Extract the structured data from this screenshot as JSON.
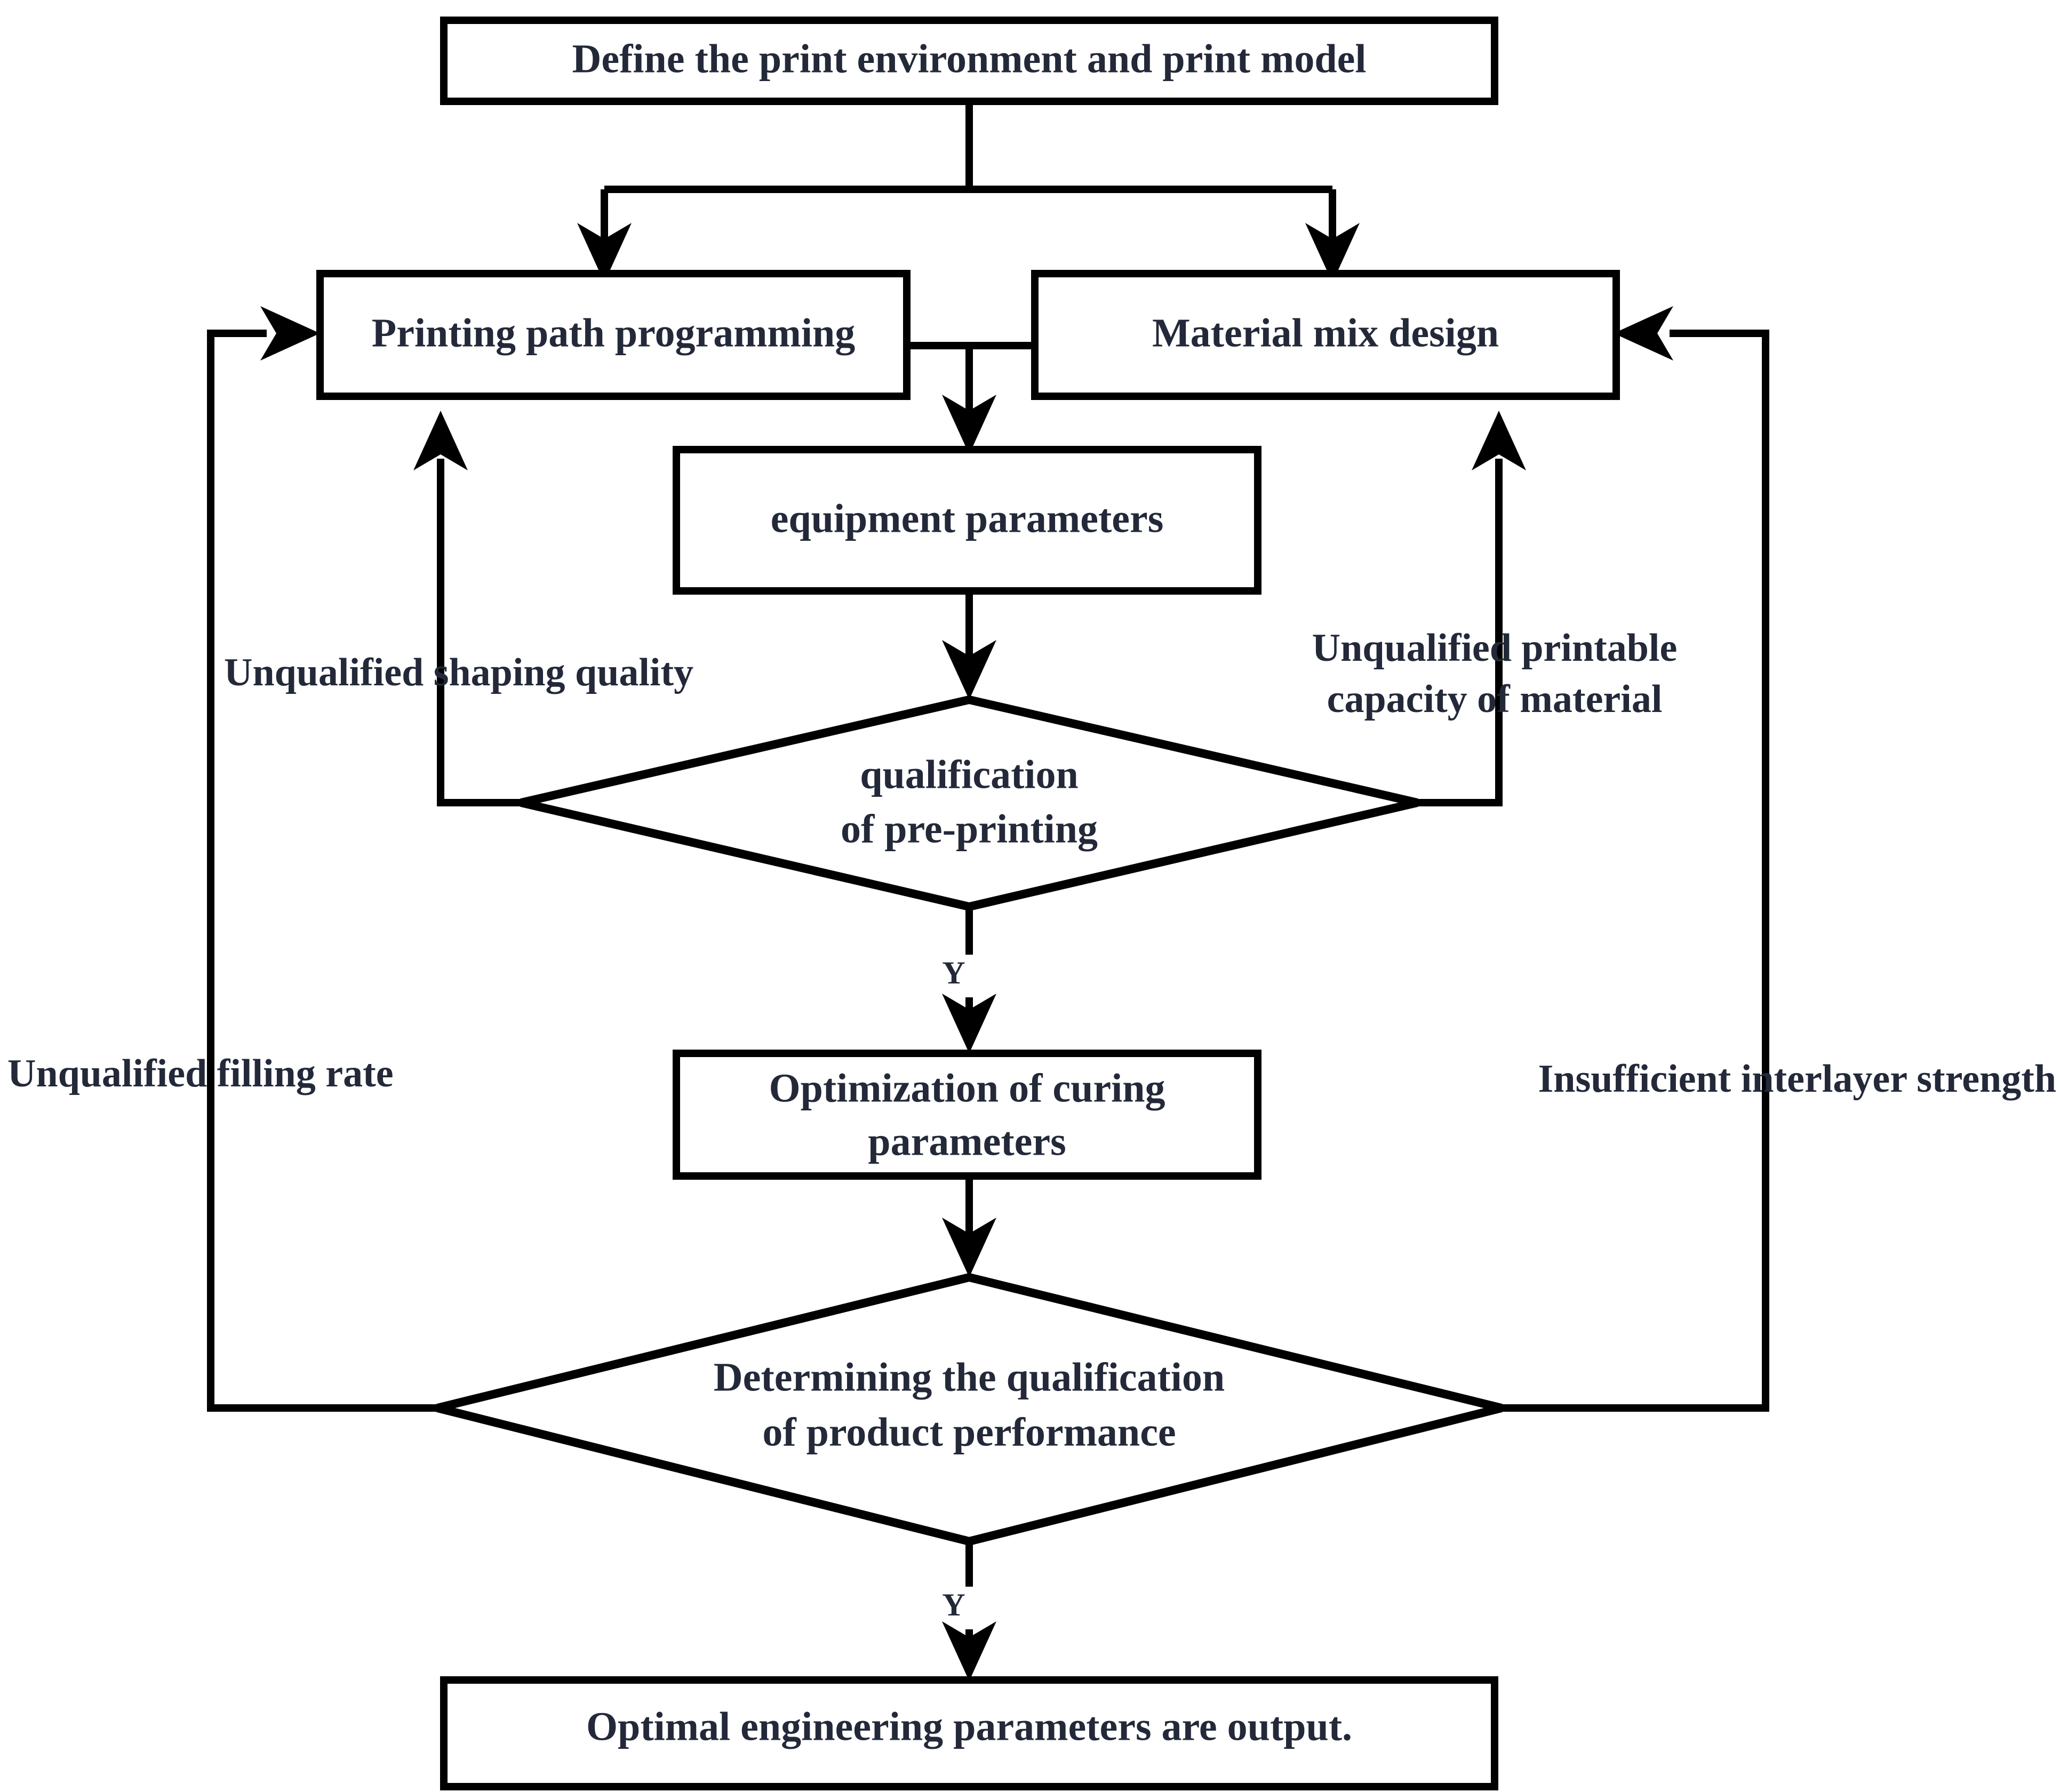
{
  "diagram": {
    "type": "flowchart",
    "title": "3D printing engineering parameter optimization workflow",
    "background_color": "#ffffff",
    "line_color": "#000000",
    "text_color": "#232939",
    "nodes": [
      {
        "id": "define",
        "shape": "rectangle",
        "label": "Define the print environment and print model"
      },
      {
        "id": "path",
        "shape": "rectangle",
        "label": "Printing path programming"
      },
      {
        "id": "material",
        "shape": "rectangle",
        "label": "Material mix design"
      },
      {
        "id": "equipment",
        "shape": "rectangle",
        "label": "equipment parameters"
      },
      {
        "id": "prequal",
        "shape": "diamond",
        "label_line1": "qualification",
        "label_line2": "of  pre-printing"
      },
      {
        "id": "curing",
        "shape": "rectangle",
        "label_line1": "Optimization of curing",
        "label_line2": "parameters"
      },
      {
        "id": "prodqual",
        "shape": "diamond",
        "label_line1": "Determining the qualification",
        "label_line2": "of  product  performance"
      },
      {
        "id": "output",
        "shape": "rectangle",
        "label": "Optimal engineering parameters are output."
      }
    ],
    "edge_labels": {
      "unqualified_shaping_quality": "Unqualified shaping quality",
      "unqualified_printable_capacity": "Unqualified printable",
      "unqualified_printable_capacity_line2": "capacity of material",
      "unqualified_filling_rate": "Unqualified filling rate",
      "insufficient_interlayer_strength": "Insufficient interlayer strength",
      "yes_preprint": "Y",
      "yes_product": "Y"
    }
  }
}
